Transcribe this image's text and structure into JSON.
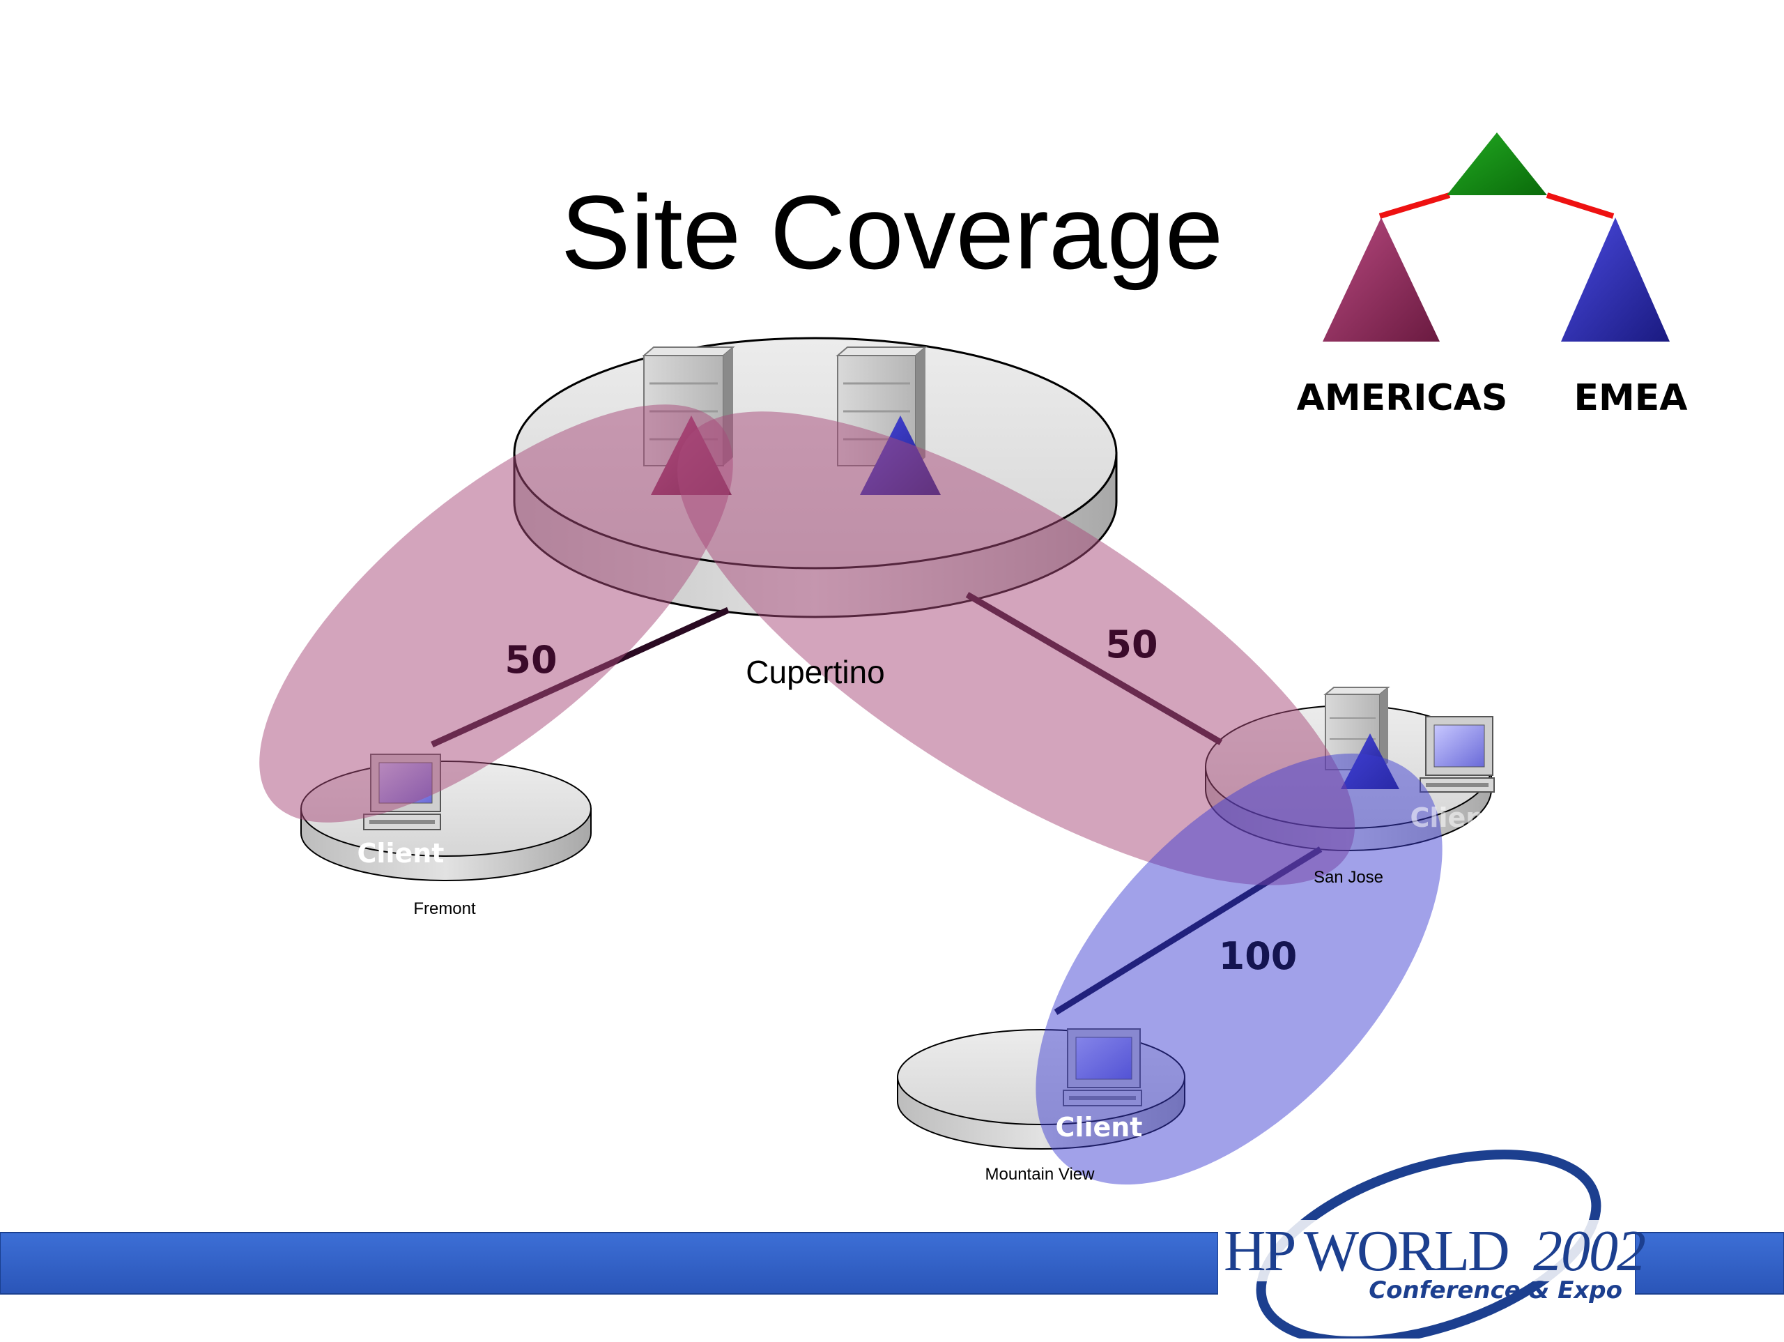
{
  "slide": {
    "title": "Site Coverage"
  },
  "legend": {
    "americas_label": "AMERICAS",
    "emea_label": "EMEA",
    "colors": {
      "root": "#118811",
      "americas": "#8a2a5c",
      "emea": "#2a2aa8",
      "link": "#ee1111"
    }
  },
  "sites": {
    "cupertino": "Cupertino",
    "fremont": "Fremont",
    "san_jose": "San Jose",
    "mountain_view": "Mountain View"
  },
  "clients": {
    "fremont": "Client",
    "san_jose": "Client",
    "mountain_view": "Client"
  },
  "link_costs": {
    "cupertino_fremont": "50",
    "cupertino_san_jose": "50",
    "san_jose_mountain_view": "100"
  },
  "coverage_colors": {
    "americas": "#a84a7a",
    "emea": "#3a3ad0"
  },
  "footer": {
    "bar_color": "#3366cc",
    "logo_main": "HP WORLD",
    "logo_year": "2002",
    "logo_sub": "Conference & Expo"
  }
}
